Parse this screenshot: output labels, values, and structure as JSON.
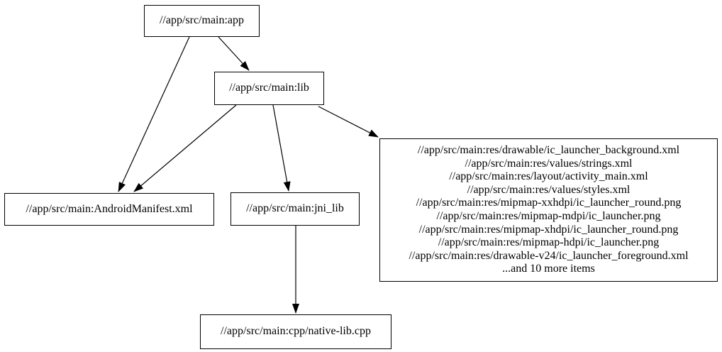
{
  "diagram": {
    "kind": "build-dependency-graph",
    "colors": {
      "background": "#ffffff",
      "node_border": "#000000",
      "node_fill": "#ffffff",
      "edge": "#000000",
      "text": "#000000"
    },
    "nodes": {
      "app": {
        "label": "//app/src/main:app"
      },
      "lib": {
        "label": "//app/src/main:lib"
      },
      "manifest": {
        "label": "//app/src/main:AndroidManifest.xml"
      },
      "jni_lib": {
        "label": "//app/src/main:jni_lib"
      },
      "native_lib": {
        "label": "//app/src/main:cpp/native-lib.cpp"
      },
      "resources": {
        "lines": [
          "//app/src/main:res/drawable/ic_launcher_background.xml",
          "//app/src/main:res/values/strings.xml",
          "//app/src/main:res/layout/activity_main.xml",
          "//app/src/main:res/values/styles.xml",
          "//app/src/main:res/mipmap-xxhdpi/ic_launcher_round.png",
          "//app/src/main:res/mipmap-mdpi/ic_launcher.png",
          "//app/src/main:res/mipmap-xhdpi/ic_launcher_round.png",
          "//app/src/main:res/mipmap-hdpi/ic_launcher.png",
          "//app/src/main:res/drawable-v24/ic_launcher_foreground.xml",
          "...and 10 more items"
        ]
      }
    },
    "edges": [
      {
        "from": "//app/src/main:app",
        "to": "//app/src/main:lib"
      },
      {
        "from": "//app/src/main:app",
        "to": "//app/src/main:AndroidManifest.xml"
      },
      {
        "from": "//app/src/main:lib",
        "to": "//app/src/main:AndroidManifest.xml"
      },
      {
        "from": "//app/src/main:lib",
        "to": "//app/src/main:jni_lib"
      },
      {
        "from": "//app/src/main:lib",
        "to": "//app/src/main:res group"
      },
      {
        "from": "//app/src/main:jni_lib",
        "to": "//app/src/main:cpp/native-lib.cpp"
      }
    ]
  }
}
